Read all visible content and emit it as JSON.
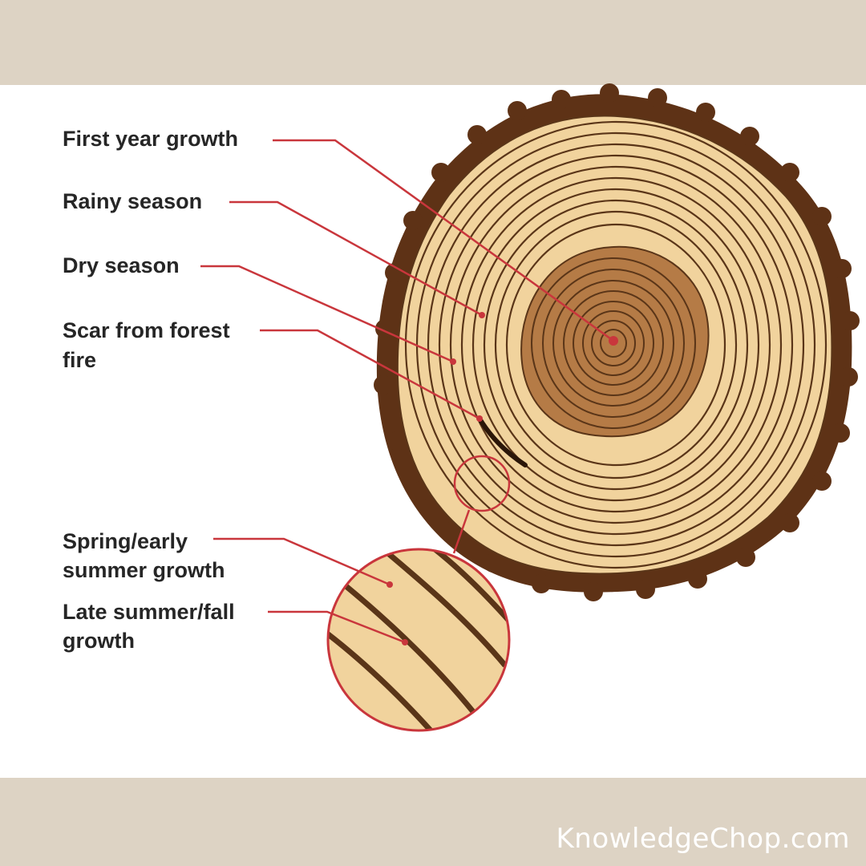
{
  "labels": {
    "first_year": "First year growth",
    "rainy": "Rainy season",
    "dry": "Dry season",
    "scar_line1": "Scar from forest",
    "scar_line2": "fire",
    "spring_line1": "Spring/early",
    "spring_line2": "summer growth",
    "late_line1": "Late summer/fall",
    "late_line2": "growth"
  },
  "watermark": "KnowledgeChop.com",
  "colors": {
    "band": "#ddd3c4",
    "bark": "#5e3216",
    "sapwood": "#f1d39d",
    "heartwood": "#b57b46",
    "ring_line": "#5a3518",
    "pointer": "#c9363c"
  }
}
